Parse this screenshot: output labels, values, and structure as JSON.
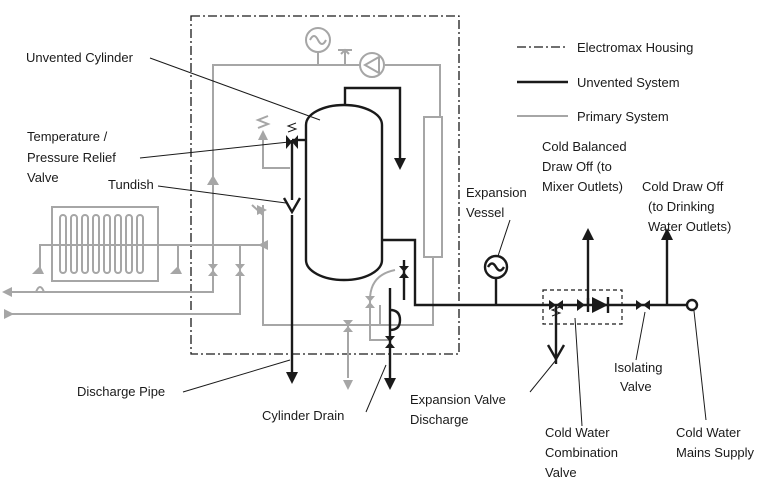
{
  "legend": {
    "housing": "Electromax Housing",
    "unvented": "Unvented System",
    "primary": "Primary System"
  },
  "labels": {
    "unvented_cylinder": "Unvented Cylinder",
    "tpr_valve_1": "Temperature /",
    "tpr_valve_2": "Pressure Relief",
    "tpr_valve_3": "Valve",
    "tundish": "Tundish",
    "expansion_vessel_1": "Expansion",
    "expansion_vessel_2": "Vessel",
    "cold_balanced_1": "Cold Balanced",
    "cold_balanced_2": "Draw Off (to",
    "cold_balanced_3": "Mixer Outlets)",
    "cold_draw_1": "Cold Draw Off",
    "cold_draw_2": "(to Drinking",
    "cold_draw_3": "Water Outlets)",
    "discharge_pipe": "Discharge Pipe",
    "cylinder_drain": "Cylinder Drain",
    "exp_valve_discharge_1": "Expansion Valve",
    "exp_valve_discharge_2": "Discharge",
    "isolating_valve_1": "Isolating",
    "isolating_valve_2": "Valve",
    "cold_water_combo_1": "Cold Water",
    "cold_water_combo_2": "Combination",
    "cold_water_combo_3": "Valve",
    "cold_water_mains_1": "Cold Water",
    "cold_water_mains_2": "Mains Supply"
  },
  "colors": {
    "unvented": "#1a1a1a",
    "primary": "#a6a6a6",
    "background": "#ffffff"
  }
}
